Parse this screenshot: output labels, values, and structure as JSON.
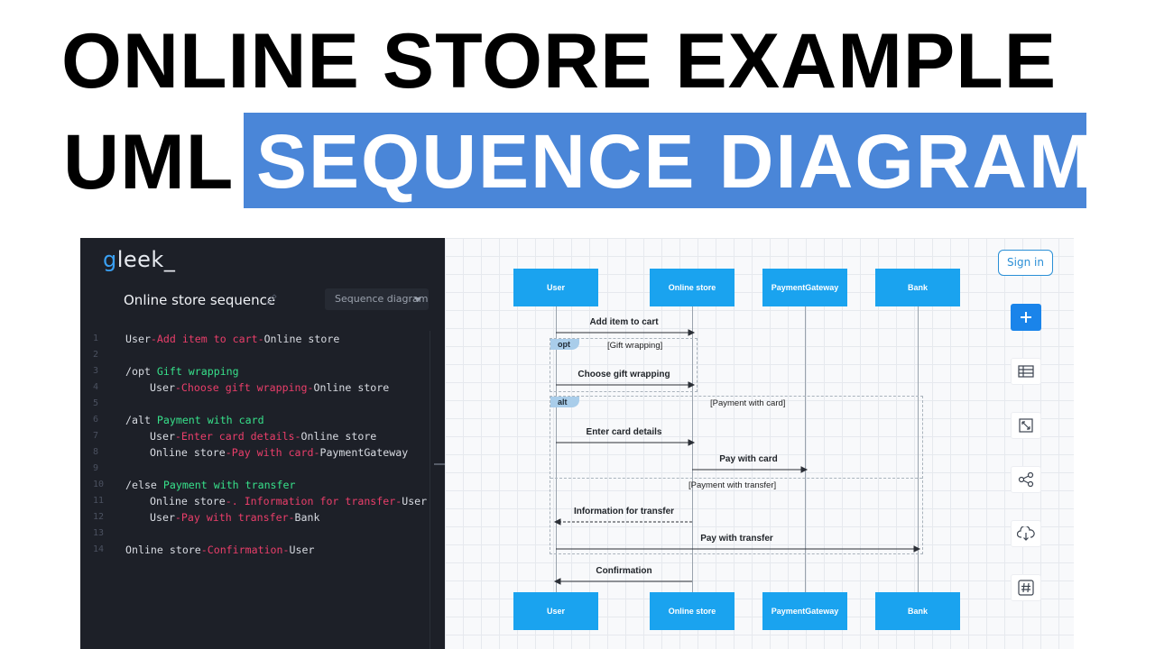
{
  "banner": {
    "line1": "ONLINE STORE  EXAMPLE",
    "line2_prefix": "UML",
    "line2_highlight": "SEQUENCE DIAGRAM",
    "highlight_color": "#4a86d8"
  },
  "editor": {
    "logo_g": "g",
    "logo_rest": "leek_",
    "doc_title": "Online store sequence",
    "diagram_type": "Sequence diagram",
    "lines": [
      {
        "n": "1",
        "parts": [
          [
            "User",
            "w"
          ],
          [
            "-Add item to cart-",
            "r"
          ],
          [
            "Online store",
            "w"
          ]
        ]
      },
      {
        "n": "2",
        "parts": []
      },
      {
        "n": "3",
        "parts": [
          [
            "/opt ",
            "w"
          ],
          [
            "Gift wrapping",
            "g"
          ]
        ]
      },
      {
        "n": "4",
        "indent": true,
        "parts": [
          [
            "User",
            "w"
          ],
          [
            "-Choose gift wrapping-",
            "r"
          ],
          [
            "Online store",
            "w"
          ]
        ]
      },
      {
        "n": "5",
        "parts": []
      },
      {
        "n": "6",
        "parts": [
          [
            "/alt ",
            "w"
          ],
          [
            "Payment with card",
            "g"
          ]
        ]
      },
      {
        "n": "7",
        "indent": true,
        "parts": [
          [
            "User",
            "w"
          ],
          [
            "-Enter card details-",
            "r"
          ],
          [
            "Online store",
            "w"
          ]
        ]
      },
      {
        "n": "8",
        "indent": true,
        "parts": [
          [
            "Online store",
            "w"
          ],
          [
            "-Pay with card-",
            "r"
          ],
          [
            "PaymentGateway",
            "w"
          ]
        ]
      },
      {
        "n": "9",
        "parts": []
      },
      {
        "n": "10",
        "parts": [
          [
            "/else ",
            "w"
          ],
          [
            "Payment with transfer",
            "g"
          ]
        ]
      },
      {
        "n": "11",
        "indent": true,
        "parts": [
          [
            "Online store",
            "w"
          ],
          [
            "-. Information for transfer-",
            "r"
          ],
          [
            "User",
            "w"
          ]
        ]
      },
      {
        "n": "12",
        "indent": true,
        "parts": [
          [
            "User",
            "w"
          ],
          [
            "-Pay with transfer-",
            "r"
          ],
          [
            "Bank",
            "w"
          ]
        ]
      },
      {
        "n": "13",
        "parts": []
      },
      {
        "n": "14",
        "parts": [
          [
            "Online store",
            "w"
          ],
          [
            "-Confirmation-",
            "r"
          ],
          [
            "User",
            "w"
          ]
        ]
      }
    ]
  },
  "diagram": {
    "actors": [
      "User",
      "Online store",
      "PaymentGateway",
      "Bank"
    ],
    "frames": {
      "opt_tag": "opt",
      "opt_guard": "[Gift wrapping]",
      "alt_tag": "alt",
      "alt_guard": "[Payment with card]",
      "else_guard": "[Payment with transfer]"
    },
    "messages": [
      {
        "label": "Add item to cart",
        "from": "User",
        "to": "Online store",
        "dashed": false
      },
      {
        "label": "Choose gift wrapping",
        "from": "User",
        "to": "Online store",
        "dashed": false
      },
      {
        "label": "Enter card details",
        "from": "User",
        "to": "Online store",
        "dashed": false
      },
      {
        "label": "Pay with card",
        "from": "Online store",
        "to": "PaymentGateway",
        "dashed": false
      },
      {
        "label": "Information for transfer",
        "from": "Online store",
        "to": "User",
        "dashed": true
      },
      {
        "label": "Pay with transfer",
        "from": "User",
        "to": "Bank",
        "dashed": false
      },
      {
        "label": "Confirmation",
        "from": "Online store",
        "to": "User",
        "dashed": false
      }
    ]
  },
  "toolbar": {
    "sign_in": "Sign in",
    "tools": [
      "plus-icon",
      "table-icon",
      "expand-icon",
      "share-icon",
      "cloud-download-icon",
      "hash-icon"
    ]
  },
  "colors": {
    "editor_bg": "#1d2028",
    "keyword_red": "#ea3e6a",
    "keyword_green": "#37e08a",
    "actor_blue": "#1aa3ef",
    "accent_blue": "#1a84ea"
  }
}
